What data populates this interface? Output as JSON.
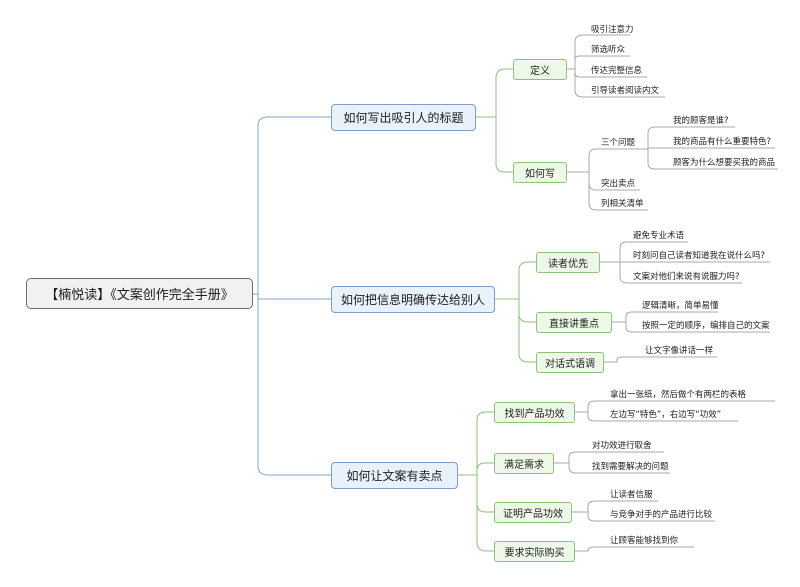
{
  "root": "【楠悦读】《文案创作完全手册》",
  "branches": [
    {
      "label": "如何写出吸引人的标题",
      "children": [
        {
          "label": "定义",
          "leaves": [
            "吸引注意力",
            "筛选听众",
            "传达完整信息",
            "引导读者阅读内文"
          ]
        },
        {
          "label": "如何写",
          "leaves": [
            "三个问题",
            "突出卖点",
            "列相关清单"
          ],
          "sub": [
            "我的顾客是谁?",
            "我的商品有什么重要特色?",
            "顾客为什么想要买我的商品"
          ]
        }
      ]
    },
    {
      "label": "如何把信息明确传达给别人",
      "children": [
        {
          "label": "读者优先",
          "leaves": [
            "避免专业术语",
            "时刻问自己读者知道我在说什么吗?",
            "文案对他们来说有说服力吗?"
          ]
        },
        {
          "label": "直接讲重点",
          "leaves": [
            "逻辑清晰，简单易懂",
            "按照一定的顺序，编排自己的文案"
          ]
        },
        {
          "label": "对话式语调",
          "leaves": [
            "让文字像讲话一样"
          ]
        }
      ]
    },
    {
      "label": "如何让文案有卖点",
      "children": [
        {
          "label": "找到产品功效",
          "leaves": [
            "拿出一张纸，然后做个有两栏的表格",
            "左边写“特色”，右边写“功效”"
          ]
        },
        {
          "label": "满足需求",
          "leaves": [
            "对功效进行取舍",
            "找到需要解决的问题"
          ]
        },
        {
          "label": "证明产品功效",
          "leaves": [
            "让读者信服",
            "与竞争对手的产品进行比较"
          ]
        },
        {
          "label": "要求实际购买",
          "leaves": [
            "让顾客能够找到你"
          ]
        }
      ]
    }
  ]
}
